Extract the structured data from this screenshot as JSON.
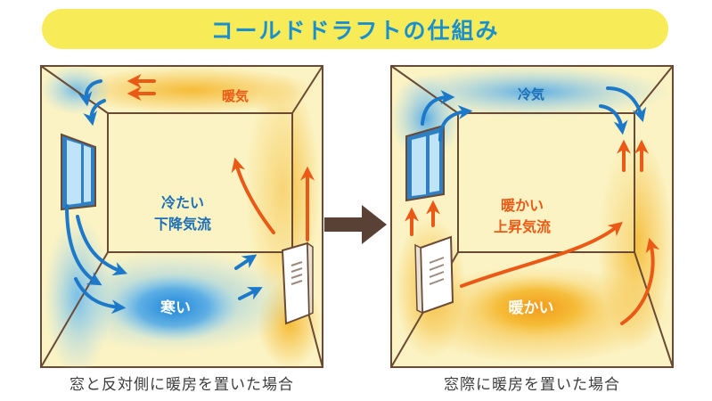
{
  "title": "コールドドラフトの仕組み",
  "left_room": {
    "caption": "窓と反対側に暖房を置いた場合",
    "label_warm_top": "暖気",
    "label_cold_line1": "冷たい",
    "label_cold_line2": "下降気流",
    "label_cold_floor": "寒い"
  },
  "right_room": {
    "caption": "窓際に暖房を置いた場合",
    "label_cold_top": "冷気",
    "label_warm_line1": "暖かい",
    "label_warm_line2": "上昇気流",
    "label_warm_floor": "暖かい"
  },
  "colors": {
    "title_bg": "#f7ec58",
    "title_text": "#1a8fd0",
    "room_fill": "#fbf3c3",
    "room_stroke": "#6b4a35",
    "warm": "#f5b930",
    "cold": "#4ca6e6",
    "warm_arrow": "#ea5a16",
    "cold_arrow": "#1c78c8",
    "mid_arrow": "#5a4136"
  }
}
